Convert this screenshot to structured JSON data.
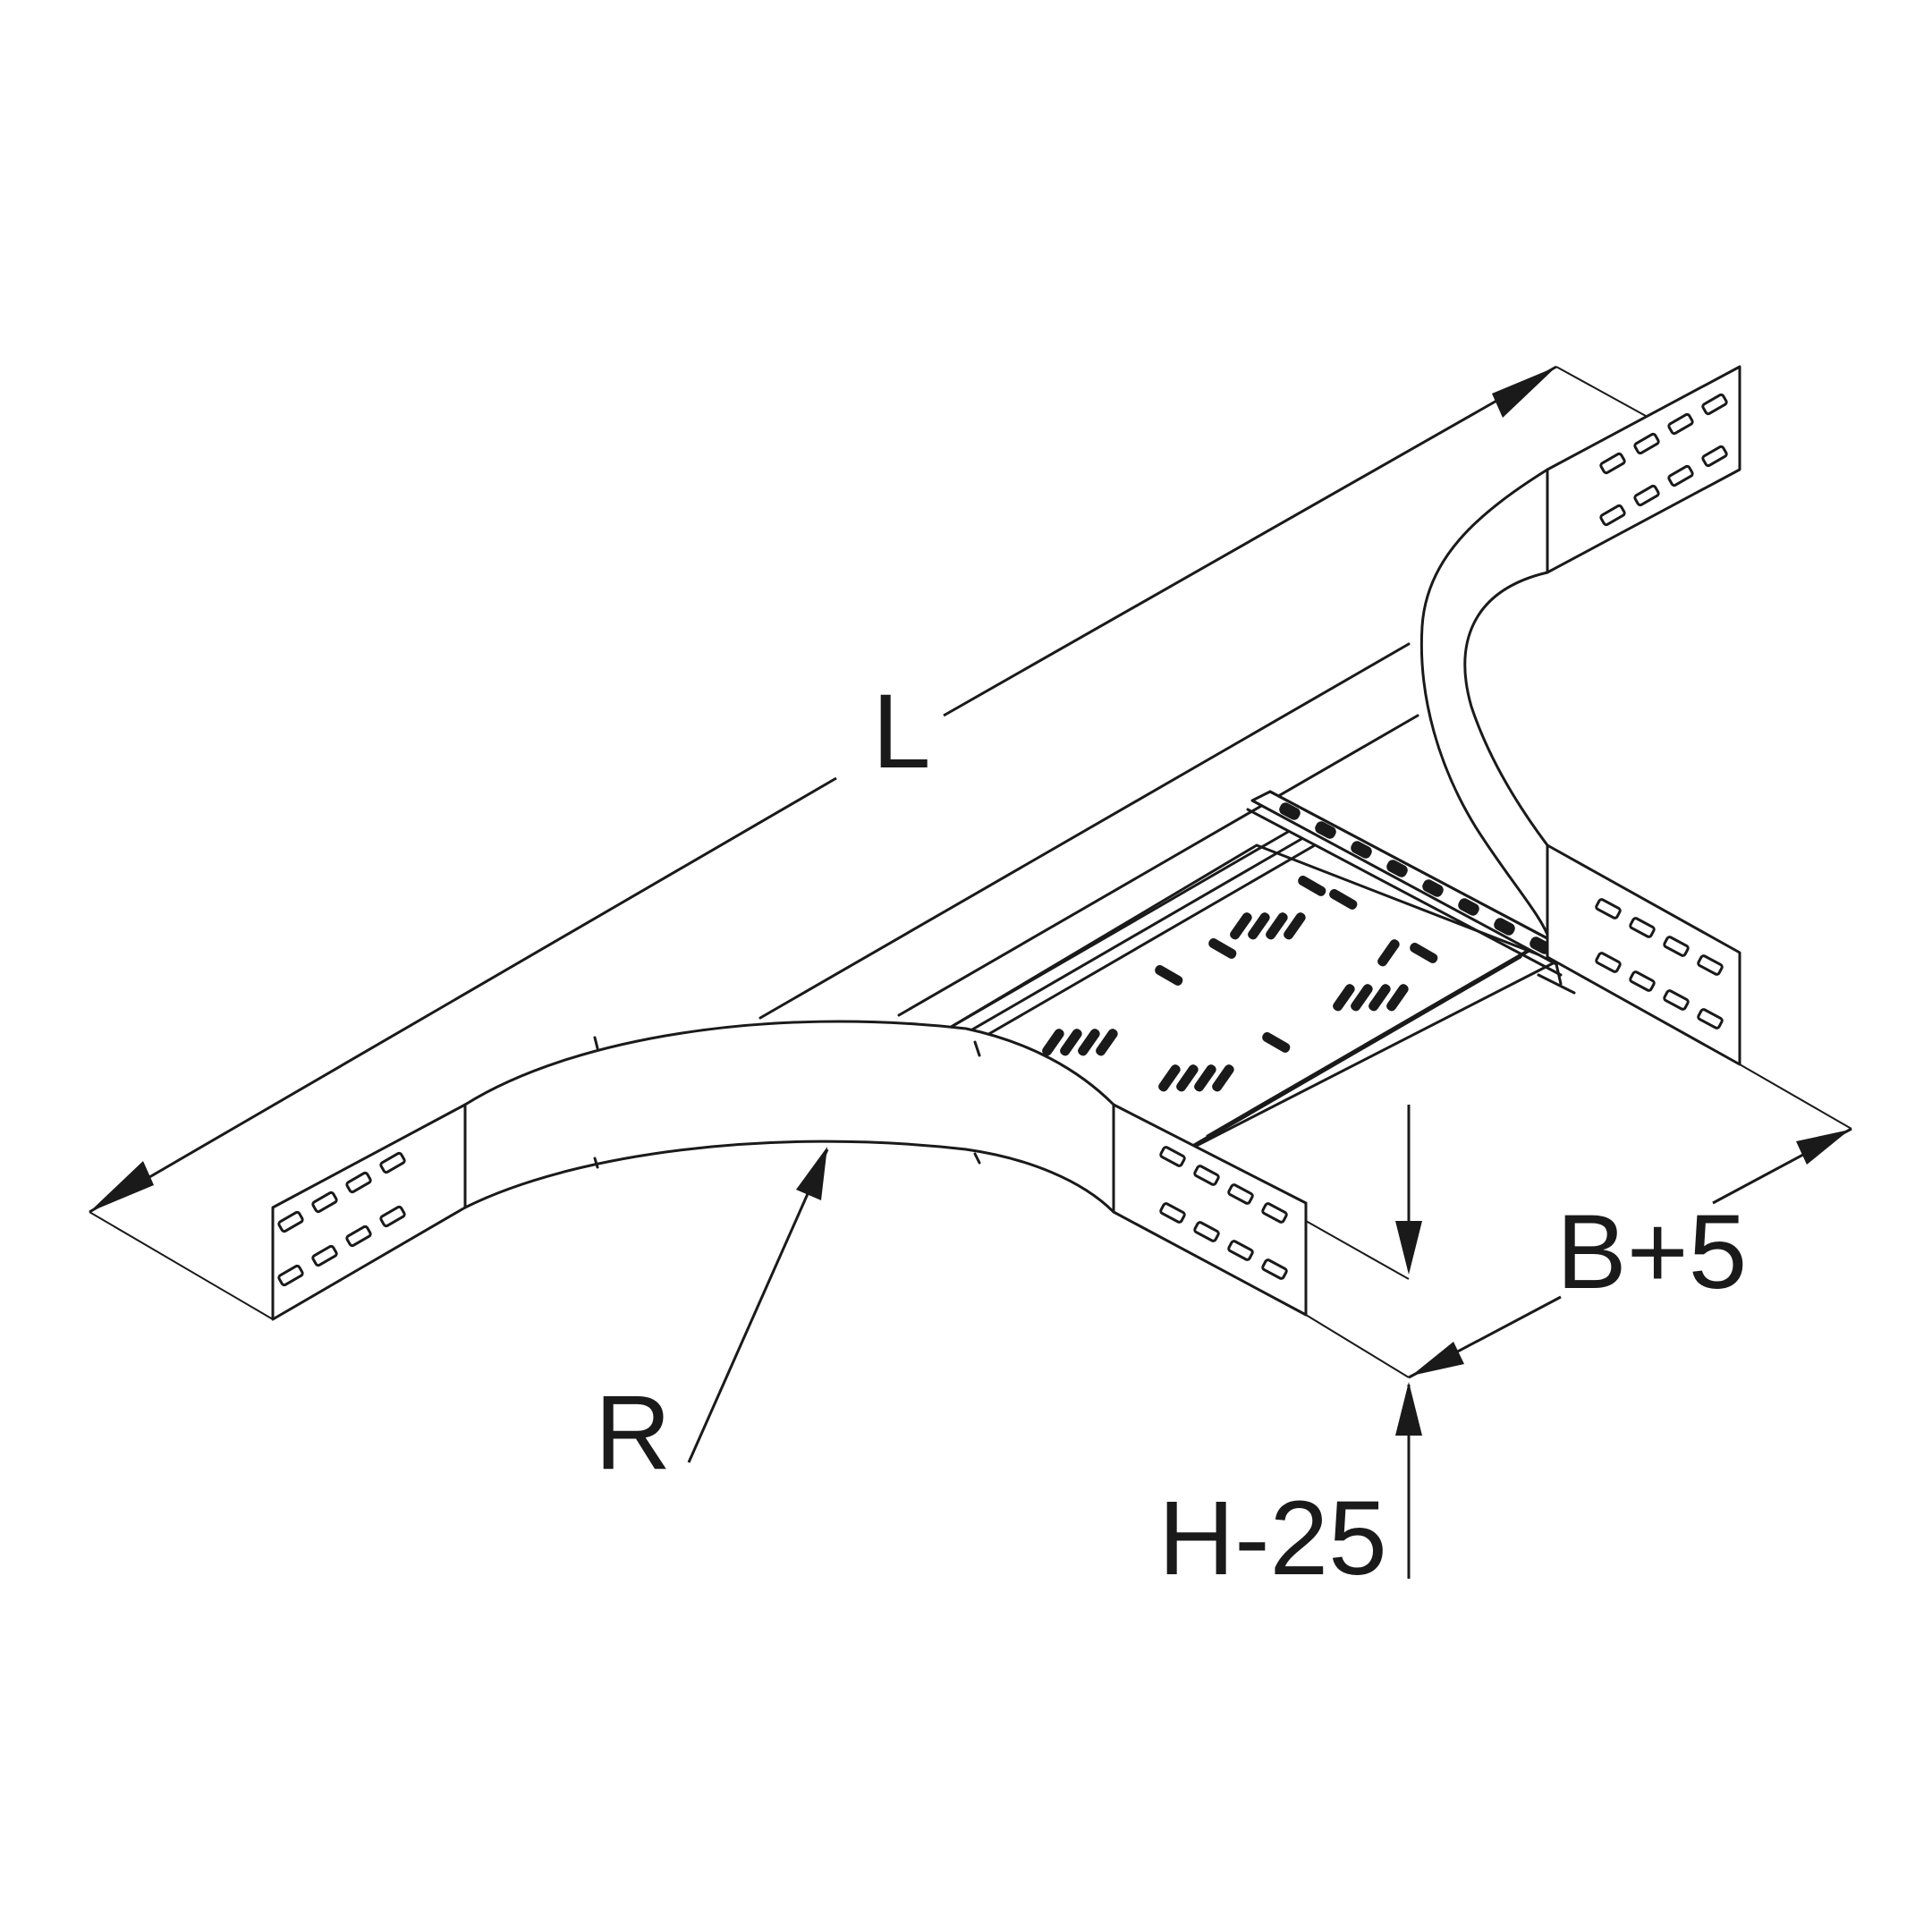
{
  "labels": {
    "length": "L",
    "radius": "R",
    "width": "B+5",
    "height": "H-25"
  },
  "colors": {
    "ink": "#1a1a1a",
    "paper": "#ffffff"
  }
}
